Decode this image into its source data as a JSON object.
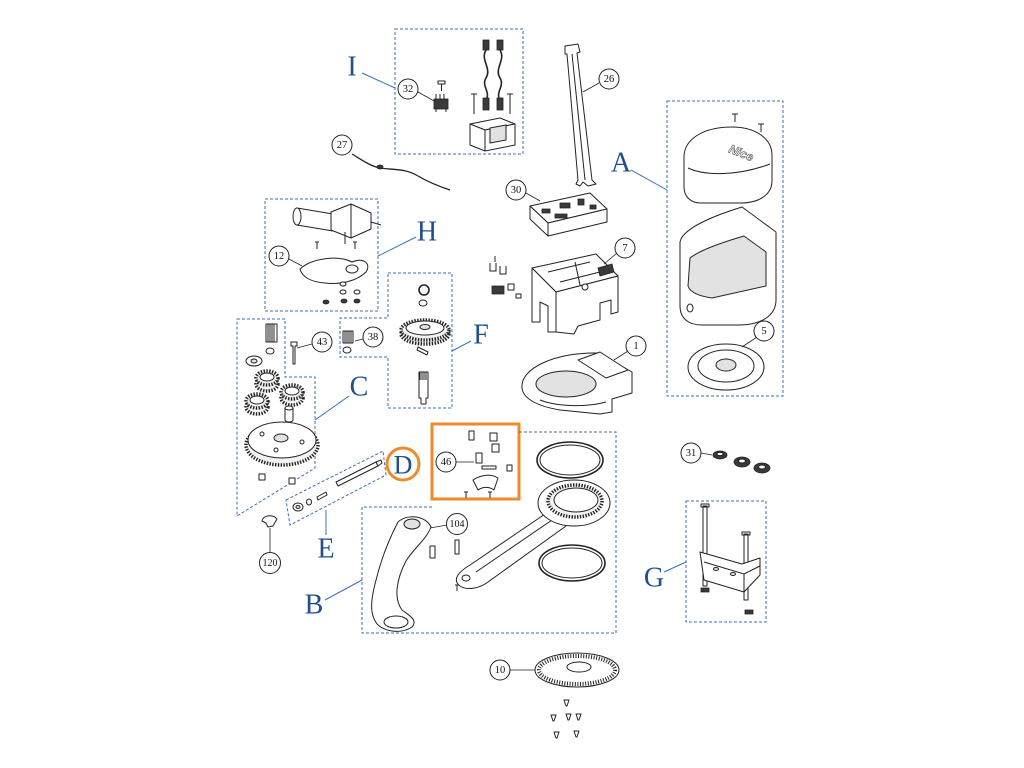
{
  "groups": {
    "I": {
      "label": "I"
    },
    "A": {
      "label": "A"
    },
    "H": {
      "label": "H"
    },
    "F": {
      "label": "F"
    },
    "C": {
      "label": "C"
    },
    "D": {
      "label": "D",
      "highlighted": true
    },
    "E": {
      "label": "E"
    },
    "B": {
      "label": "B"
    },
    "G": {
      "label": "G"
    }
  },
  "parts": {
    "p32": "32",
    "p26": "26",
    "p27": "27",
    "p30": "30",
    "p7": "7",
    "p12": "12",
    "p43": "43",
    "p38": "38",
    "p1": "1",
    "p5": "5",
    "p46": "46",
    "p31": "31",
    "p104": "104",
    "p120": "120",
    "p10": "10"
  },
  "logo": "Nice",
  "colors": {
    "label": "#1f4f8f",
    "dashed_outline": "#3d6fb5",
    "highlight": "#ef8a2a",
    "line_art": "#222222"
  }
}
